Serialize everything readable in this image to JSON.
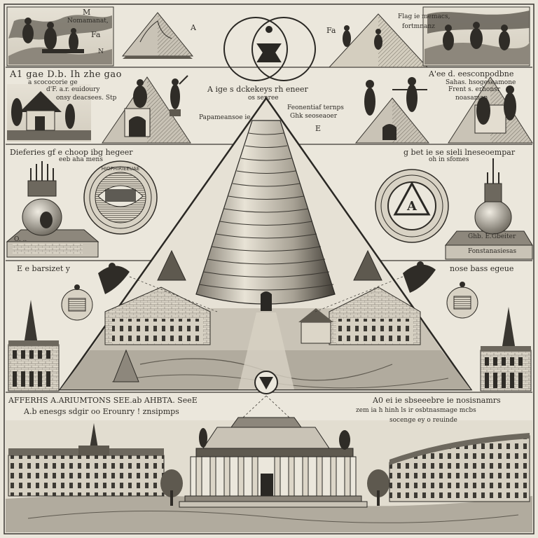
{
  "engraving": {
    "colors": {
      "paper": "#ebe7dc",
      "ink": "#2a2824",
      "shade": "#8d877c",
      "light_shade": "#c9c3b6"
    },
    "captions": {
      "top_left_heading": "M",
      "top_left_line_1": "Nomamanat,",
      "top_left_line_2": "Fa",
      "top_left_line_3": "N",
      "top_left_aside": "A",
      "top_right_line_1": "Flag ie memacs,",
      "top_right_line_2": "fortmnanz",
      "top_right_aside": "Fa",
      "upper_left_line_1": "A1 gae D.b. Ih zhe gao",
      "upper_left_line_2": "a scococorie ge",
      "upper_left_line_3": "d'F. a.r. euidoury",
      "upper_left_line_4": "onsy deacsees. Stp",
      "upper_right_line_1": "A'ee d. eesconpodbne",
      "upper_right_line_2": "Sahas. hsogeseamone",
      "upper_right_line_3": "Frent s. erhonsr",
      "upper_right_line_4": "noasaman",
      "apex_line_1": "A ige s dckekeys rh eneer",
      "apex_line_2": "os senree",
      "apex_left_side": "Papameansoe ie",
      "apex_right_side_1": "Feonentiaf ternps",
      "apex_right_side_2": "Ghk seoseaoer",
      "apex_right_side_3": "E",
      "mid_left_line_1": "Dieferies gf e choop ibg hegeer",
      "mid_left_line_2": "eeb aha mens",
      "mid_right_line_1": "g bet ie se sieli lneseoempar",
      "mid_right_line_2": "oh in sfomes",
      "plinth_left": "O. ..",
      "plinth_right": "Ghb. E.Gbeiter",
      "plinth_right_2": "Fonstanasiesas",
      "side_left": "E e barsizet y",
      "side_right": "nose bass egeue",
      "bottom_left_line_1": "AFFERHS A.ARIUMTONS SEE.ab AHBTA. SeeE",
      "bottom_left_line_2": "A.b enesgs sdgir oo Erounry ! znsipmps",
      "bottom_right_line_1": "A0 ei ie sbseeebre ie nosisnamrs",
      "bottom_right_line_2": "zem ia h hinh ls ir osbtnasmage mcbs",
      "bottom_right_line_3": "socenge ey o reuinde"
    },
    "seal_inscriptions": {
      "left_disc_ring": "HIOPHIRIEEUAE",
      "right_disc_center": "A"
    }
  }
}
